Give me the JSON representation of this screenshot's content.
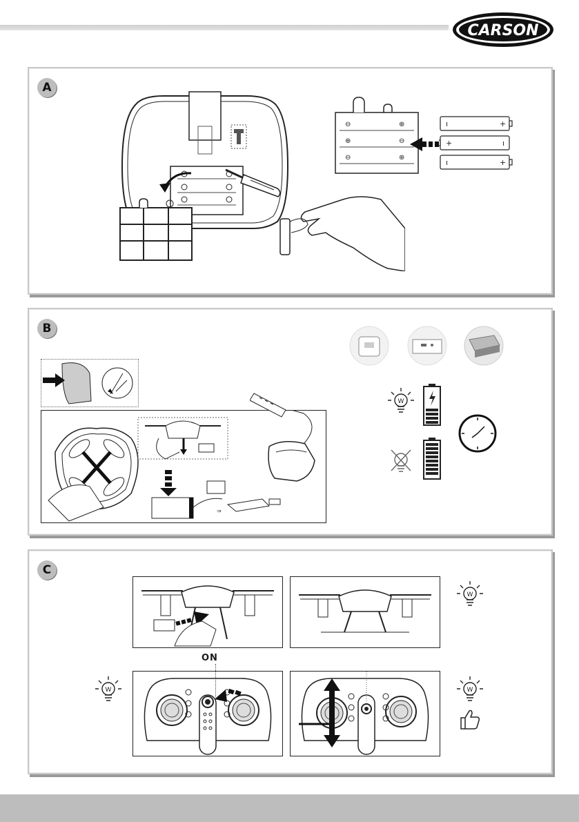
{
  "brand": {
    "logo_text": "CARSON"
  },
  "sections": [
    {
      "id": "A",
      "label": "A"
    },
    {
      "id": "B",
      "label": "B"
    },
    {
      "id": "C",
      "label": "C"
    }
  ],
  "section_c": {
    "on_label": "ON"
  },
  "icons": {
    "bulb": "lightbulb-icon",
    "clock": "clock-icon",
    "battery": "battery-icon",
    "thumb": "thumbs-up-icon"
  }
}
